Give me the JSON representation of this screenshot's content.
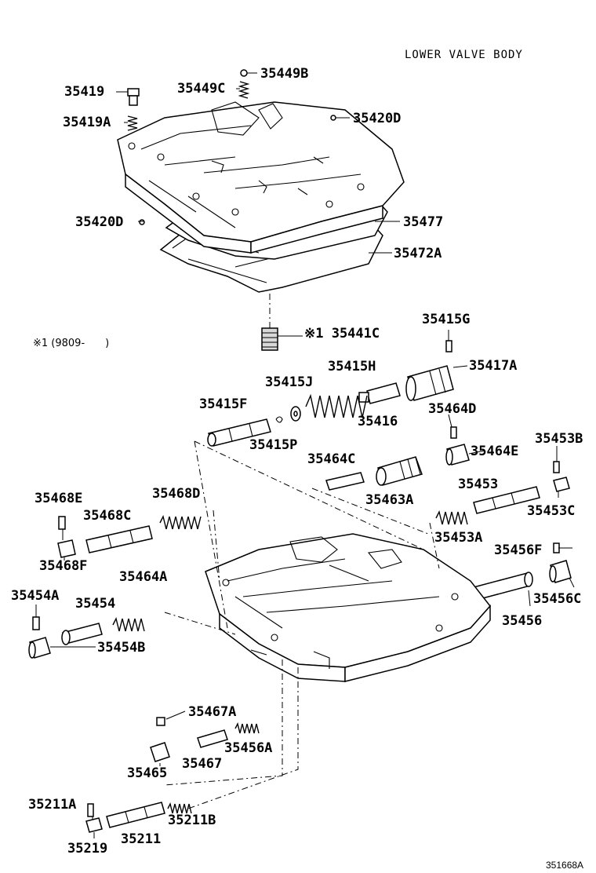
{
  "title": "LOWER VALVE BODY",
  "note": "※1 (9809-　　)",
  "diagram_code": "351668A",
  "labels": {
    "p35449B": "35449B",
    "p35419": "35419",
    "p35449C": "35449C",
    "p35420D_top": "35420D",
    "p35419A": "35419A",
    "p35420D_left": "35420D",
    "p35477": "35477",
    "p35472A": "35472A",
    "p35441C": "※1 35441C",
    "p35415G": "35415G",
    "p35415H": "35415H",
    "p35417A": "35417A",
    "p35415J": "35415J",
    "p35415F": "35415F",
    "p35416": "35416",
    "p35464D": "35464D",
    "p35415P": "35415P",
    "p35464E": "35464E",
    "p35453B": "35453B",
    "p35464C": "35464C",
    "p35453": "35453",
    "p35463A": "35463A",
    "p35453C": "35453C",
    "p35468E": "35468E",
    "p35468D": "35468D",
    "p35468C": "35468C",
    "p35453A": "35453A",
    "p35456F": "35456F",
    "p35468F": "35468F",
    "p35464A": "35464A",
    "p35456C": "35456C",
    "p35454A": "35454A",
    "p35454": "35454",
    "p35456": "35456",
    "p35454B": "35454B",
    "p35467A": "35467A",
    "p35456A": "35456A",
    "p35465": "35465",
    "p35467": "35467",
    "p35211A": "35211A",
    "p35211B": "35211B",
    "p35219": "35219",
    "p35211": "35211"
  }
}
